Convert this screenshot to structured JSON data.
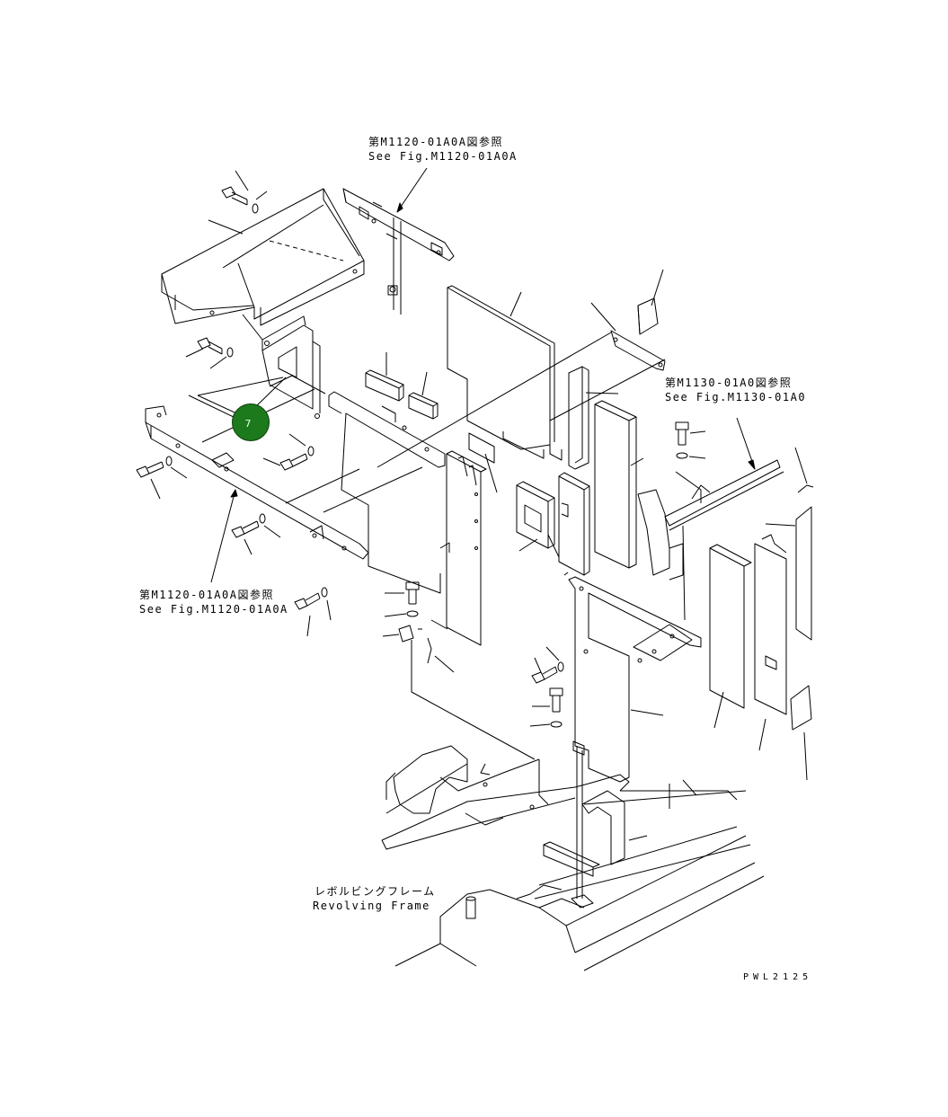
{
  "references": {
    "top": {
      "jp": "第M1120-01A0A図参照",
      "en": "See Fig.M1120-01A0A"
    },
    "right": {
      "jp": "第M1130-01A0図参照",
      "en": "See Fig.M1130-01A0"
    },
    "left": {
      "jp": "第M1120-01A0A図参照",
      "en": "See Fig.M1120-01A0A"
    }
  },
  "frame_label": {
    "jp": "レボルビングフレーム",
    "en": "Revolving Frame"
  },
  "callout": {
    "number": "7",
    "color": "#1c7a1c"
  },
  "drawing_code": "PWL2125",
  "colors": {
    "line": "#000000",
    "background": "#ffffff"
  }
}
